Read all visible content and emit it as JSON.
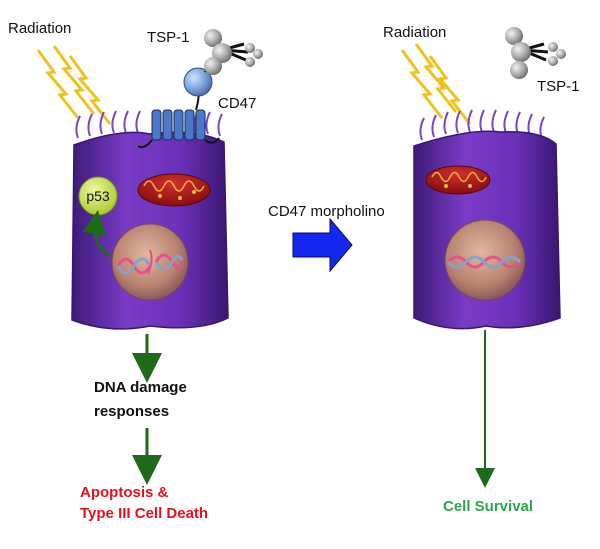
{
  "left_panel": {
    "radiation_label": "Radiation",
    "tsp1_label": "TSP-1",
    "cd47_label": "CD47",
    "p53_label": "p53",
    "dna_damage_line1": "DNA damage",
    "dna_damage_line2": "responses",
    "outcome_line1": "Apoptosis &",
    "outcome_line2": "Type III Cell Death"
  },
  "center": {
    "treatment_label": "CD47 morpholino"
  },
  "right_panel": {
    "radiation_label": "Radiation",
    "tsp1_label": "TSP-1",
    "outcome_label": "Cell Survival"
  },
  "colors": {
    "cell": "#6a2fb0",
    "lightning": "#f2c21a",
    "arrow_green": "#1f6a1a",
    "treatment_arrow": "#1428f0",
    "death_text": "#e8101a",
    "survival_text": "#2aa84a",
    "p53_fill": "#c8e24a",
    "nucleus": "#c08a78",
    "mitochondrion": "#b01818",
    "receptor": "#4a78c8"
  },
  "icons": {
    "radiation": "lightning-bolt-icon",
    "tsp1": "trimer-protein-icon",
    "receptor": "transmembrane-receptor-icon"
  }
}
